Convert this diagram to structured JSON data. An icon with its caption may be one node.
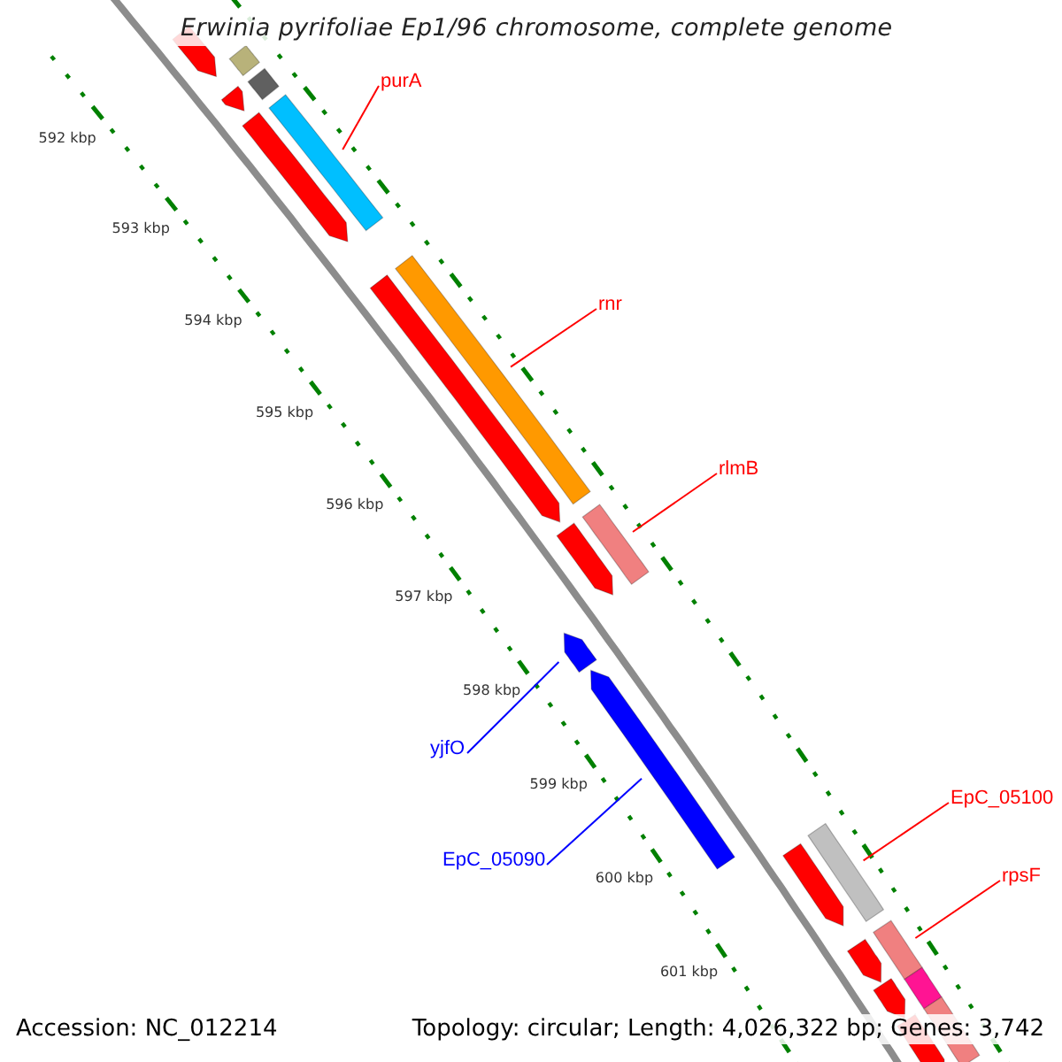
{
  "diagram": {
    "title": "Erwinia pyrifoliae Ep1/96 chromosome, complete genome",
    "nodes": [
      {
        "text": [
          "purA"
        ]
      },
      {
        "text": [],
        "shape": "bar"
      },
      {
        "text": [
          "rnr"
        ]
      },
      {
        "text": [],
        "shape": "bar"
      },
      {
        "text": [
          "rlmB"
        ]
      },
      {
        "text": [],
        "shape": "bar"
      },
      {
        "text": [
          "yjfO"
        ]
      },
      {
        "text": [],
        "shape": "arrow"
      },
      {
        "text": [
          "EpC_05090"
        ]
      },
      {
        "text": [],
        "shape": "arrow"
      },
      {
        "text": [
          "EpC_05100"
        ]
      },
      {
        "text": [],
        "shape": "bar"
      },
      {
        "text": [
          "rpsF"
        ]
      },
      {
        "text": [],
        "shape": "bar"
      },
      {
        "text": [],
        "shape": "arrow"
      },
      {
        "text": [],
        "shape": "bar"
      },
      {
        "text": [],
        "shape": "arrow"
      },
      {
        "text": [],
        "shape": "bar"
      },
      {
        "text": [],
        "shape": "arrow"
      },
      {
        "text": [],
        "shape": "arrow"
      },
      {
        "text": [],
        "shape": "arrow"
      },
      {
        "text": [],
        "shape": "arrow"
      },
      {
        "text": [],
        "shape": "arrow"
      },
      {
        "text": [],
        "shape": "arrow"
      },
      {
        "text": [],
        "shape": "bar"
      },
      {
        "text": [],
        "shape": "arrow"
      },
      {
        "text": [],
        "shape": "bar"
      }
    ],
    "edges": [
      {
        "from": 0,
        "to": 1,
        "arrow": "none"
      },
      {
        "from": 2,
        "to": 3,
        "arrow": "none"
      },
      {
        "from": 4,
        "to": 5,
        "arrow": "none"
      },
      {
        "from": 6,
        "to": 7,
        "arrow": "none",
        "color": "#0000ff"
      },
      {
        "from": 8,
        "to": 9,
        "arrow": "none",
        "color": "#0000ff"
      },
      {
        "from": 10,
        "to": 11,
        "arrow": "none"
      },
      {
        "from": 12,
        "to": 13,
        "arrow": "none"
      }
    ],
    "labels": [
      "592 kbp",
      "593 kbp",
      "594 kbp",
      "595 kbp",
      "596 kbp",
      "597 kbp",
      "598 kbp",
      "599 kbp",
      "600 kbp",
      "601 kbp",
      "Accession: NC_012214",
      "Topology: circular; Length: 4,026,322 bp; Genes: 3,742"
    ]
  }
}
